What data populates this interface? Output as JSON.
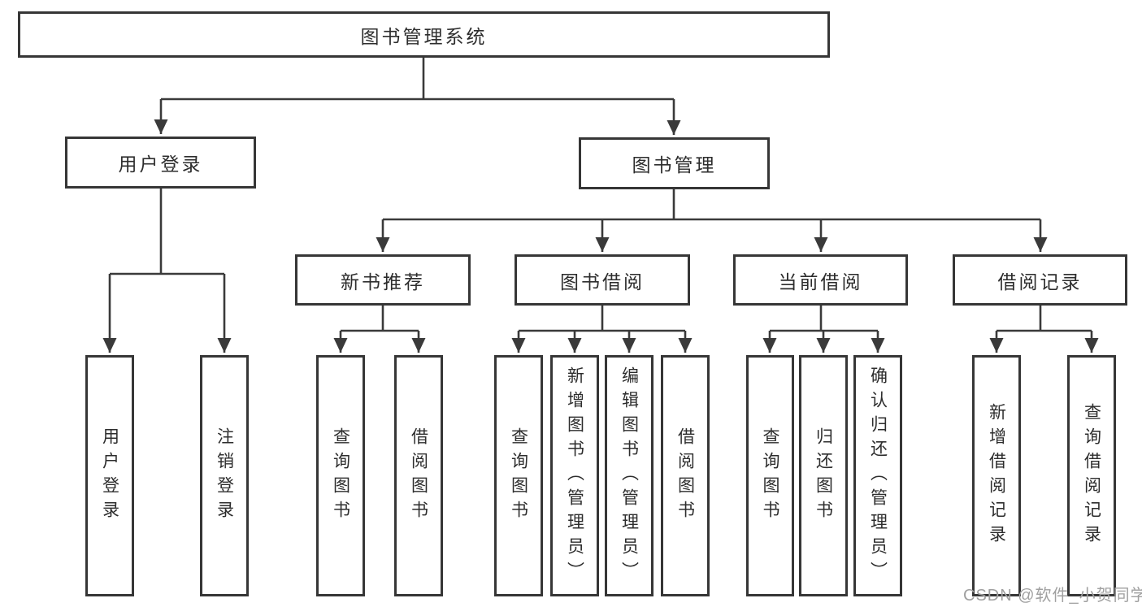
{
  "title": "图书管理系统",
  "nodes": {
    "root": "图书管理系统",
    "user_login": "用户登录",
    "book_management": "图书管理",
    "new_book_recommend": "新书推荐",
    "book_borrowing": "图书借阅",
    "current_borrowing": "当前借阅",
    "borrowing_records": "借阅记录"
  },
  "leaves": {
    "user_login": [
      "用户登录",
      "注销登录"
    ],
    "new_book_recommend": [
      "查询图书",
      "借阅图书"
    ],
    "book_borrowing": [
      "查询图书",
      "新增图书（管理员）",
      "编辑图书（管理员）",
      "借阅图书"
    ],
    "current_borrowing": [
      "查询图书",
      "归还图书",
      "确认归还（管理员）"
    ],
    "borrowing_records": [
      "新增借阅记录",
      "查询借阅记录"
    ]
  },
  "watermark": "CSDN @软件_小贺同学",
  "colors": {
    "line": "#3a3a3a",
    "border": "#363636",
    "text": "#2d2d2d",
    "watermark": "#a0a0a0",
    "background": "#ffffff"
  }
}
